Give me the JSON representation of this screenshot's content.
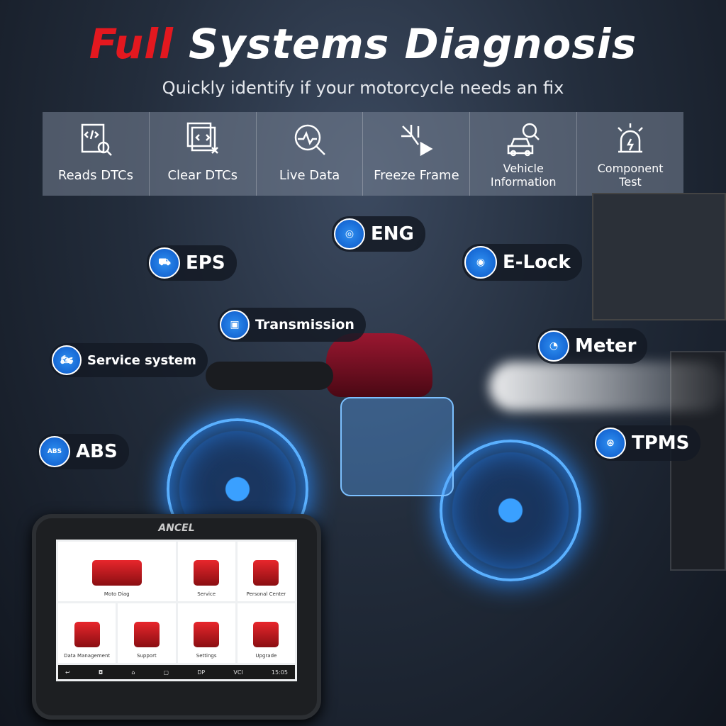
{
  "header": {
    "title_accent": "Full",
    "title_rest": "Systems Diagnosis",
    "subtitle": "Quickly identify if your motorcycle needs an fix"
  },
  "features": [
    {
      "label": "Reads DTCs",
      "icon": "document-search-icon"
    },
    {
      "label": "Clear DTCs",
      "icon": "code-clear-icon"
    },
    {
      "label": "Live Data",
      "icon": "pulse-search-icon"
    },
    {
      "label": "Freeze Frame",
      "icon": "freeze-play-icon"
    },
    {
      "label": "Vehicle\nInformation",
      "icon": "car-search-icon"
    },
    {
      "label": "Component\nTest",
      "icon": "alarm-light-icon"
    }
  ],
  "systems": {
    "eng": "ENG",
    "eps": "EPS",
    "elock": "E-Lock",
    "transmission": "Transmission",
    "meter": "Meter",
    "service": "Service system",
    "abs": "ABS",
    "tpms": "TPMS",
    "abs_icon_text": "ABS"
  },
  "device": {
    "brand": "ANCEL",
    "tiles": [
      "Moto Diag",
      "Service",
      "Personal Center",
      "Data Management",
      "Support",
      "Settings",
      "Upgrade"
    ],
    "nav": [
      "DP",
      "VCI"
    ],
    "time": "15:05"
  },
  "colors": {
    "accent": "#e3181f",
    "badge_blue": "#1a6fe0"
  }
}
